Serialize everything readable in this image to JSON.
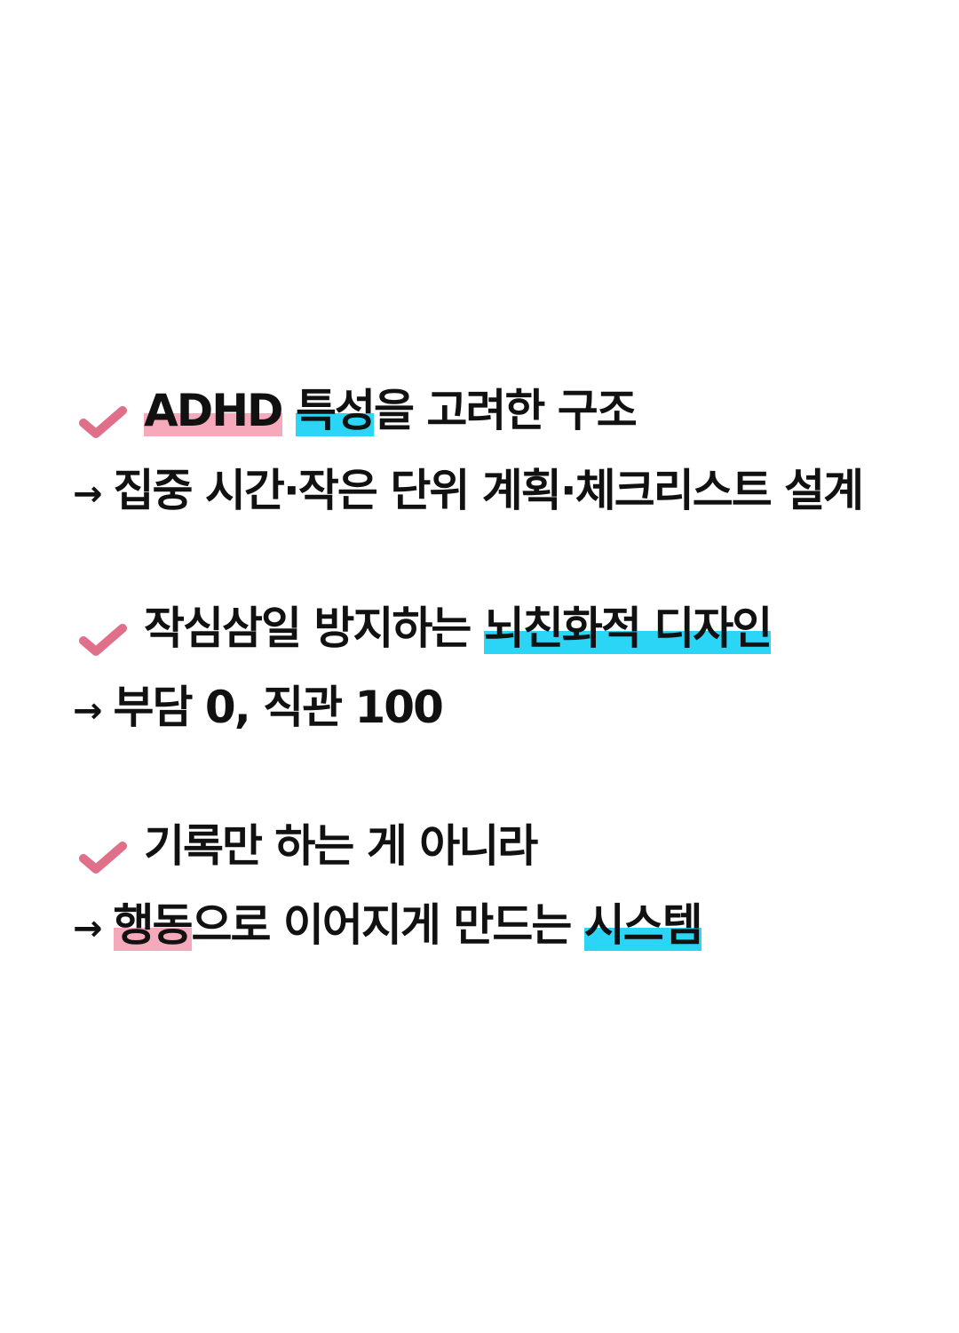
{
  "colors": {
    "check": "#e0708a",
    "pink_highlight": "#f6a9ba",
    "cyan_highlight": "#2bd5f5"
  },
  "items": [
    {
      "icon": "check-icon",
      "title": [
        {
          "text": "ADHD",
          "hl": "pink"
        },
        {
          "text": " "
        },
        {
          "text": "특성",
          "hl": "cyan"
        },
        {
          "text": "을 고려한 구조"
        }
      ],
      "arrow": "→",
      "sub": [
        {
          "text": "집중 시간·작은 단위 계획·체크리스트 설계"
        }
      ]
    },
    {
      "icon": "check-icon",
      "title": [
        {
          "text": "작심삼일 방지하는 "
        },
        {
          "text": "뇌친화적 디자인",
          "hl": "cyan"
        }
      ],
      "arrow": "→",
      "sub": [
        {
          "text": "부담 0, 직관 100"
        }
      ]
    },
    {
      "icon": "check-icon",
      "title": [
        {
          "text": "기록만 하는 게 아니라"
        }
      ],
      "arrow": "→",
      "sub": [
        {
          "text": "행동",
          "hl": "pink"
        },
        {
          "text": "으로 이어지게 만드는 "
        },
        {
          "text": "시스템",
          "hl": "cyan"
        }
      ]
    }
  ]
}
